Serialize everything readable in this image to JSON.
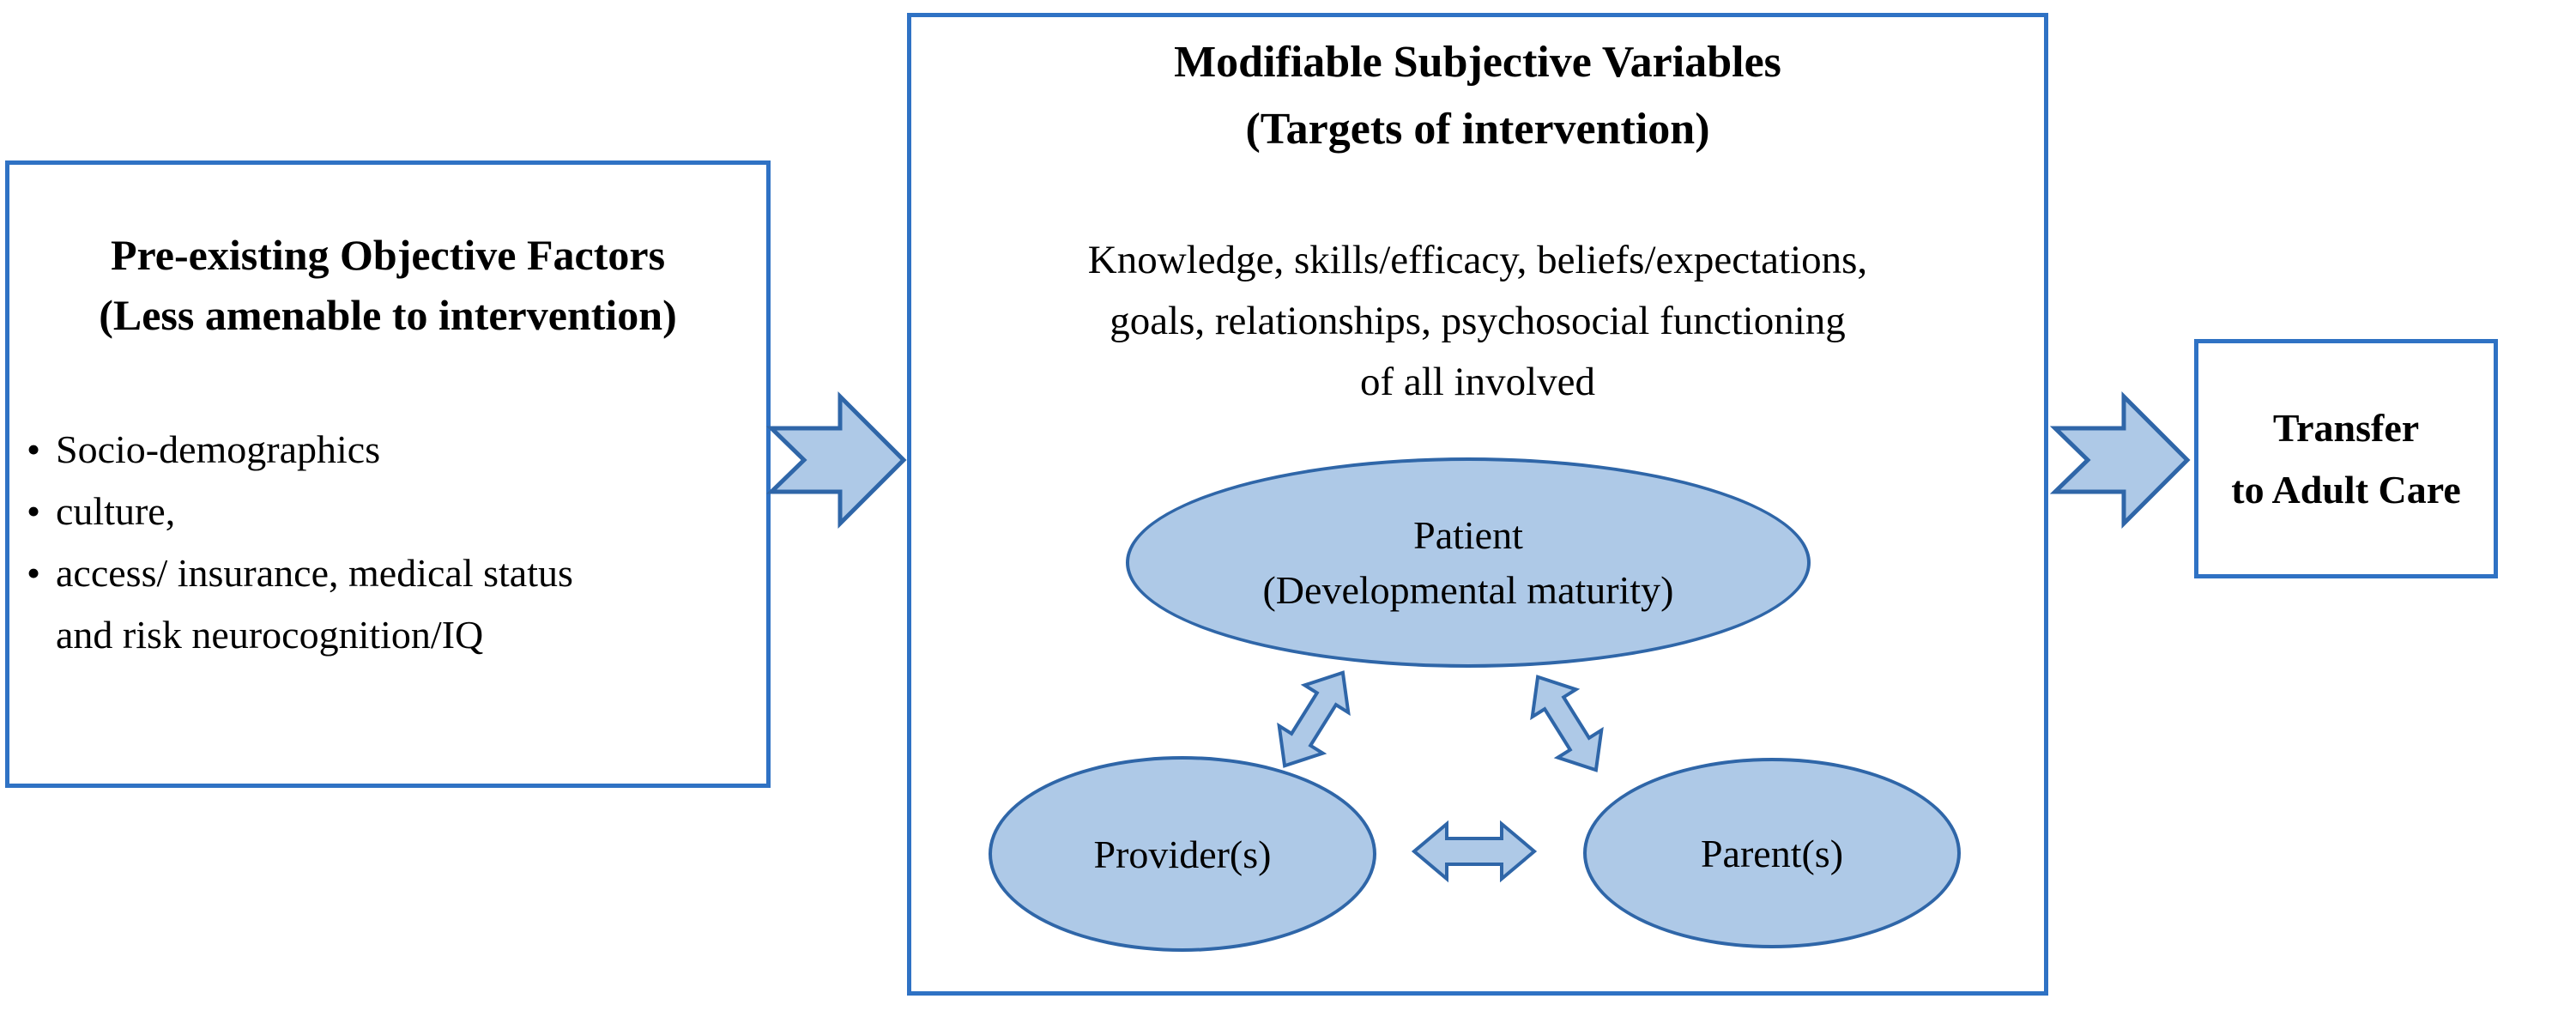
{
  "colors": {
    "box_border": "#2F72C4",
    "shape_border": "#2F66A8",
    "shape_fill": "#AEC9E7",
    "text": "#000000",
    "background": "#FFFFFF"
  },
  "left_box": {
    "title_lines": [
      "Pre-existing Objective Factors",
      "(Less amenable to intervention)"
    ],
    "bullets": [
      "Socio-demographics",
      "culture,",
      "access/ insurance, medical status and risk neurocognition/IQ"
    ]
  },
  "middle_box": {
    "title_lines": [
      "Modifiable Subjective Variables",
      "(Targets of intervention)"
    ],
    "description_lines": [
      "Knowledge, skills/efficacy, beliefs/expectations,",
      "goals, relationships, psychosocial functioning",
      "of all involved"
    ],
    "patient_ellipse_lines": [
      "Patient",
      "(Developmental maturity)"
    ],
    "provider_ellipse_label": "Provider(s)",
    "parent_ellipse_label": "Parent(s)"
  },
  "right_box": {
    "title_lines": [
      "Transfer",
      "to Adult Care"
    ]
  }
}
